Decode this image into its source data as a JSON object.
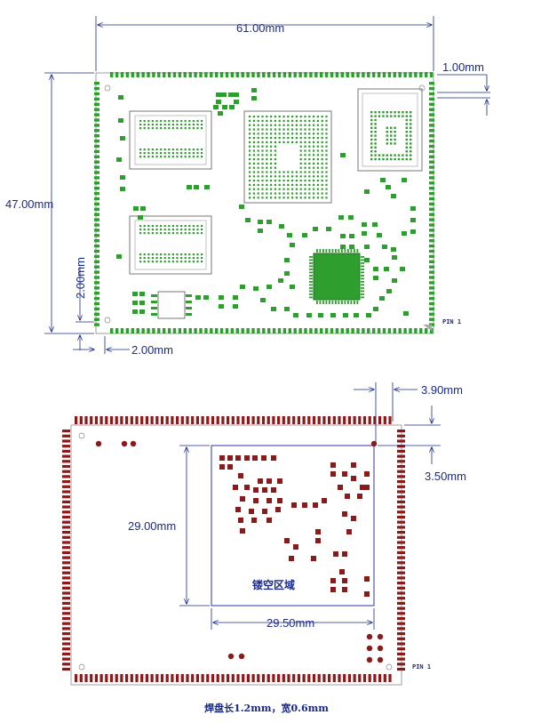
{
  "top_view": {
    "width_label": "61.00mm",
    "height_label": "47.00mm",
    "pad_pitch_label": "1.00mm",
    "left_offset_label": "2.00mm",
    "bottom_offset_label": "2.00mm",
    "pin1_label": "PIN 1"
  },
  "bottom_view": {
    "right_offset_label": "3.90mm",
    "top_offset_label": "3.50mm",
    "cutout_height_label": "29.00mm",
    "cutout_width_label": "29.50mm",
    "cutout_region_label": "镂空区域",
    "pin1_label": "PIN 1"
  },
  "caption": "焊盘长1.2mm，宽0.6mm",
  "colors": {
    "pad_green": "#2e9e2e",
    "pad_red": "#8b1a1a",
    "dimension_blue": "#1a2a8a"
  }
}
